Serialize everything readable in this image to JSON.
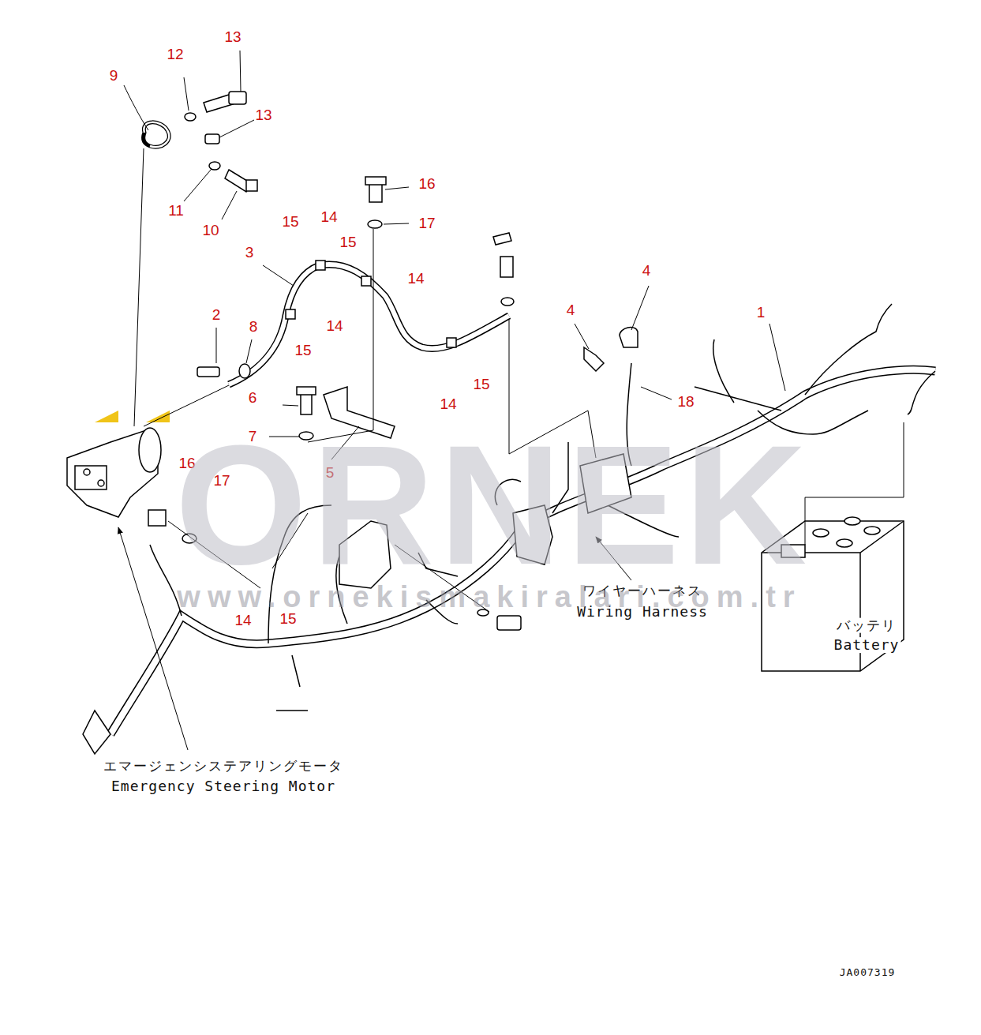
{
  "diagram": {
    "labels": [
      "9",
      "12",
      "13",
      "13",
      "11",
      "10",
      "16",
      "17",
      "15",
      "14",
      "3",
      "15",
      "14",
      "2",
      "8",
      "14",
      "15",
      "6",
      "7",
      "5",
      "14",
      "15",
      "4",
      "4",
      "1",
      "18",
      "16",
      "17",
      "14",
      "15",
      "エマージェンシステアリングモータ",
      "Emergency Steering Motor",
      "ワイヤーハーネス",
      "Wiring Harness",
      "バッテリ",
      "Battery",
      "JA007319",
      "ORNEK",
      "www.ornekismakiralari.com.tr"
    ]
  }
}
